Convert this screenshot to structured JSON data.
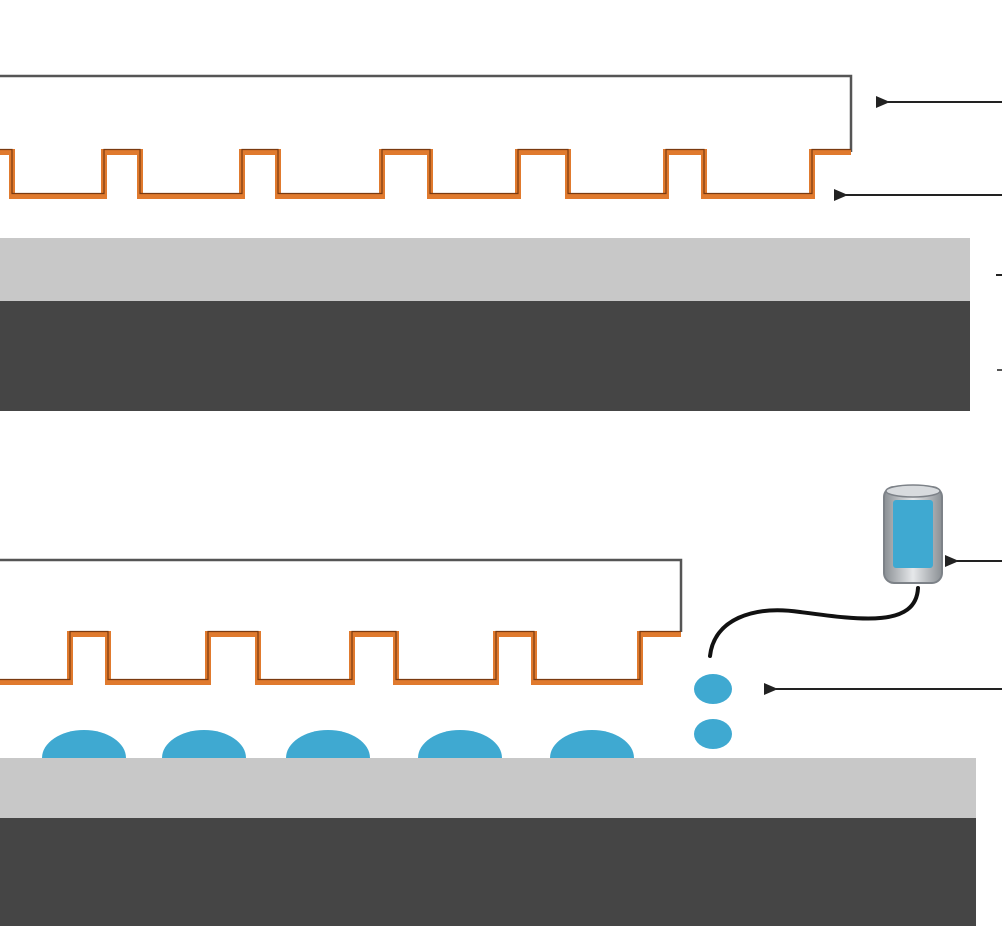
{
  "diagram": {
    "panels": [
      {
        "name": "top-panel",
        "mold_teeth": 6,
        "droplets": 0
      },
      {
        "name": "bottom-panel",
        "mold_teeth": 5,
        "droplets": 5,
        "dispenser": true
      }
    ],
    "colors": {
      "mold_outline": "#555555",
      "pattern_orange": "#e07a2e",
      "resist_layer": "#c8c8c8",
      "substrate": "#454545",
      "droplet": "#3fa9d1",
      "arrow": "#222222"
    },
    "labels": []
  }
}
